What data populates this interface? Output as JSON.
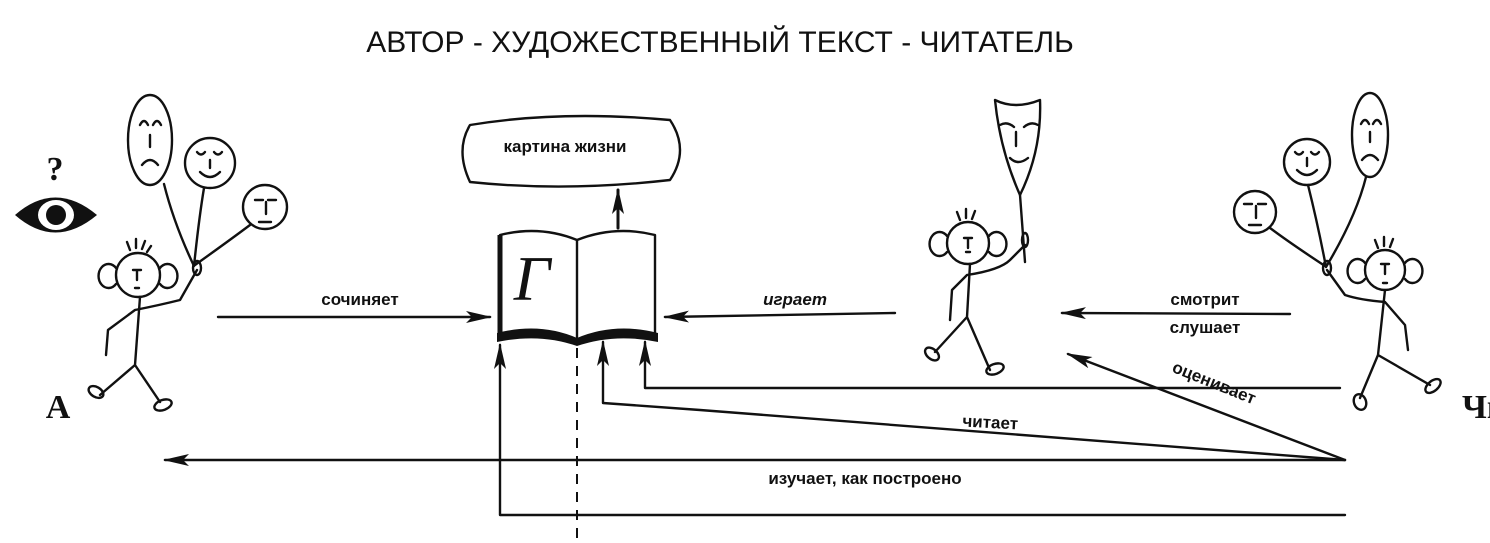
{
  "title": "АВТОР - ХУДОЖЕСТВЕННЫЙ ТЕКСТ - ЧИТАТЕЛЬ",
  "question_mark": "?",
  "author_label": "А",
  "reader_label": "Чк",
  "cloud_label": "картина жизни",
  "book_letter": "Г",
  "arrows": {
    "composes": "сочиняет",
    "plays": "играет",
    "watches": "смотрит",
    "listens": "слушает",
    "evaluates": "оценивает",
    "reads": "читает",
    "studies": "изучает, как построено"
  }
}
